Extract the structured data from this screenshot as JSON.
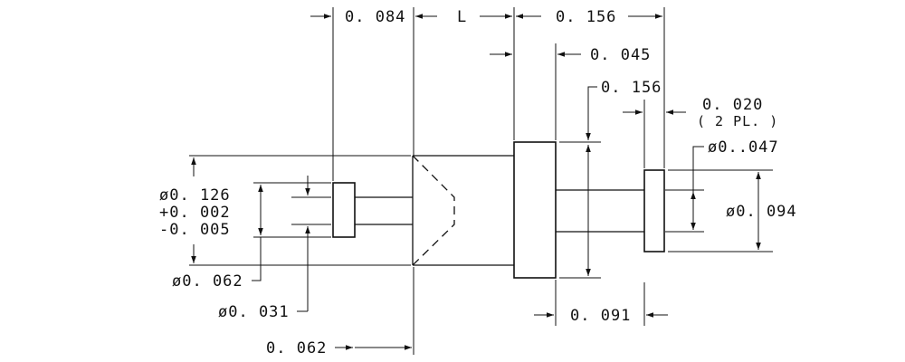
{
  "dimensions": {
    "d_0084": "0. 084",
    "d_L": "L",
    "d_0156_top": "0. 156",
    "d_0045": "0. 045",
    "d_0156_mid": "0. 156",
    "d_0020": "0. 020",
    "d_2pl": "( 2  PL. )",
    "dia_0047": "ø0..047",
    "dia_0094": "ø0. 094",
    "dia_0126": "ø0. 126",
    "tol_plus": "+0. 002",
    "tol_minus": "-0. 005",
    "dia_0062": "ø0. 062",
    "dia_0031": "ø0. 031",
    "d_0062_bottom": "0. 062",
    "d_0091": "0. 091"
  }
}
